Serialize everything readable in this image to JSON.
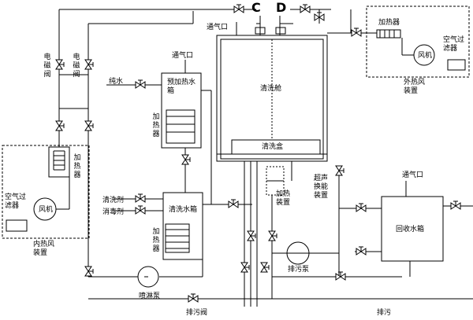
{
  "labels": {
    "vent_top": "通气口",
    "vent_preheat": "通气口",
    "vent_recovery": "通气口",
    "pure_water": "纯水",
    "preheat_tank": "预加热水箱",
    "heater_preheat": "加热器",
    "cleaning_chamber": "清洗舱",
    "cleaning_box": "清洗盒",
    "port_c": "C",
    "port_d": "D",
    "solenoid_1": "电磁阀",
    "solenoid_2": "电磁阀",
    "heater_inner": "加热器",
    "air_filter_inner": "空气过滤器",
    "fan_inner": "风机",
    "inner_hot_air": "内热风装置",
    "detergent": "清洗剂",
    "disinfectant": "消毒剂",
    "wash_tank": "清洗水箱",
    "heater_wash": "加热器",
    "spray_pump": "喷淋泵",
    "drain_valve": "排污阀",
    "drain": "排污",
    "heating_device": "加热装置",
    "ultrasonic": "超声换能装置",
    "drain_pump": "排污泵",
    "recovery_tank": "回收水箱",
    "heater_outer": "加热器",
    "fan_outer": "风机",
    "air_filter_outer": "空气过滤器",
    "outer_hot_air": "外热风装置"
  }
}
